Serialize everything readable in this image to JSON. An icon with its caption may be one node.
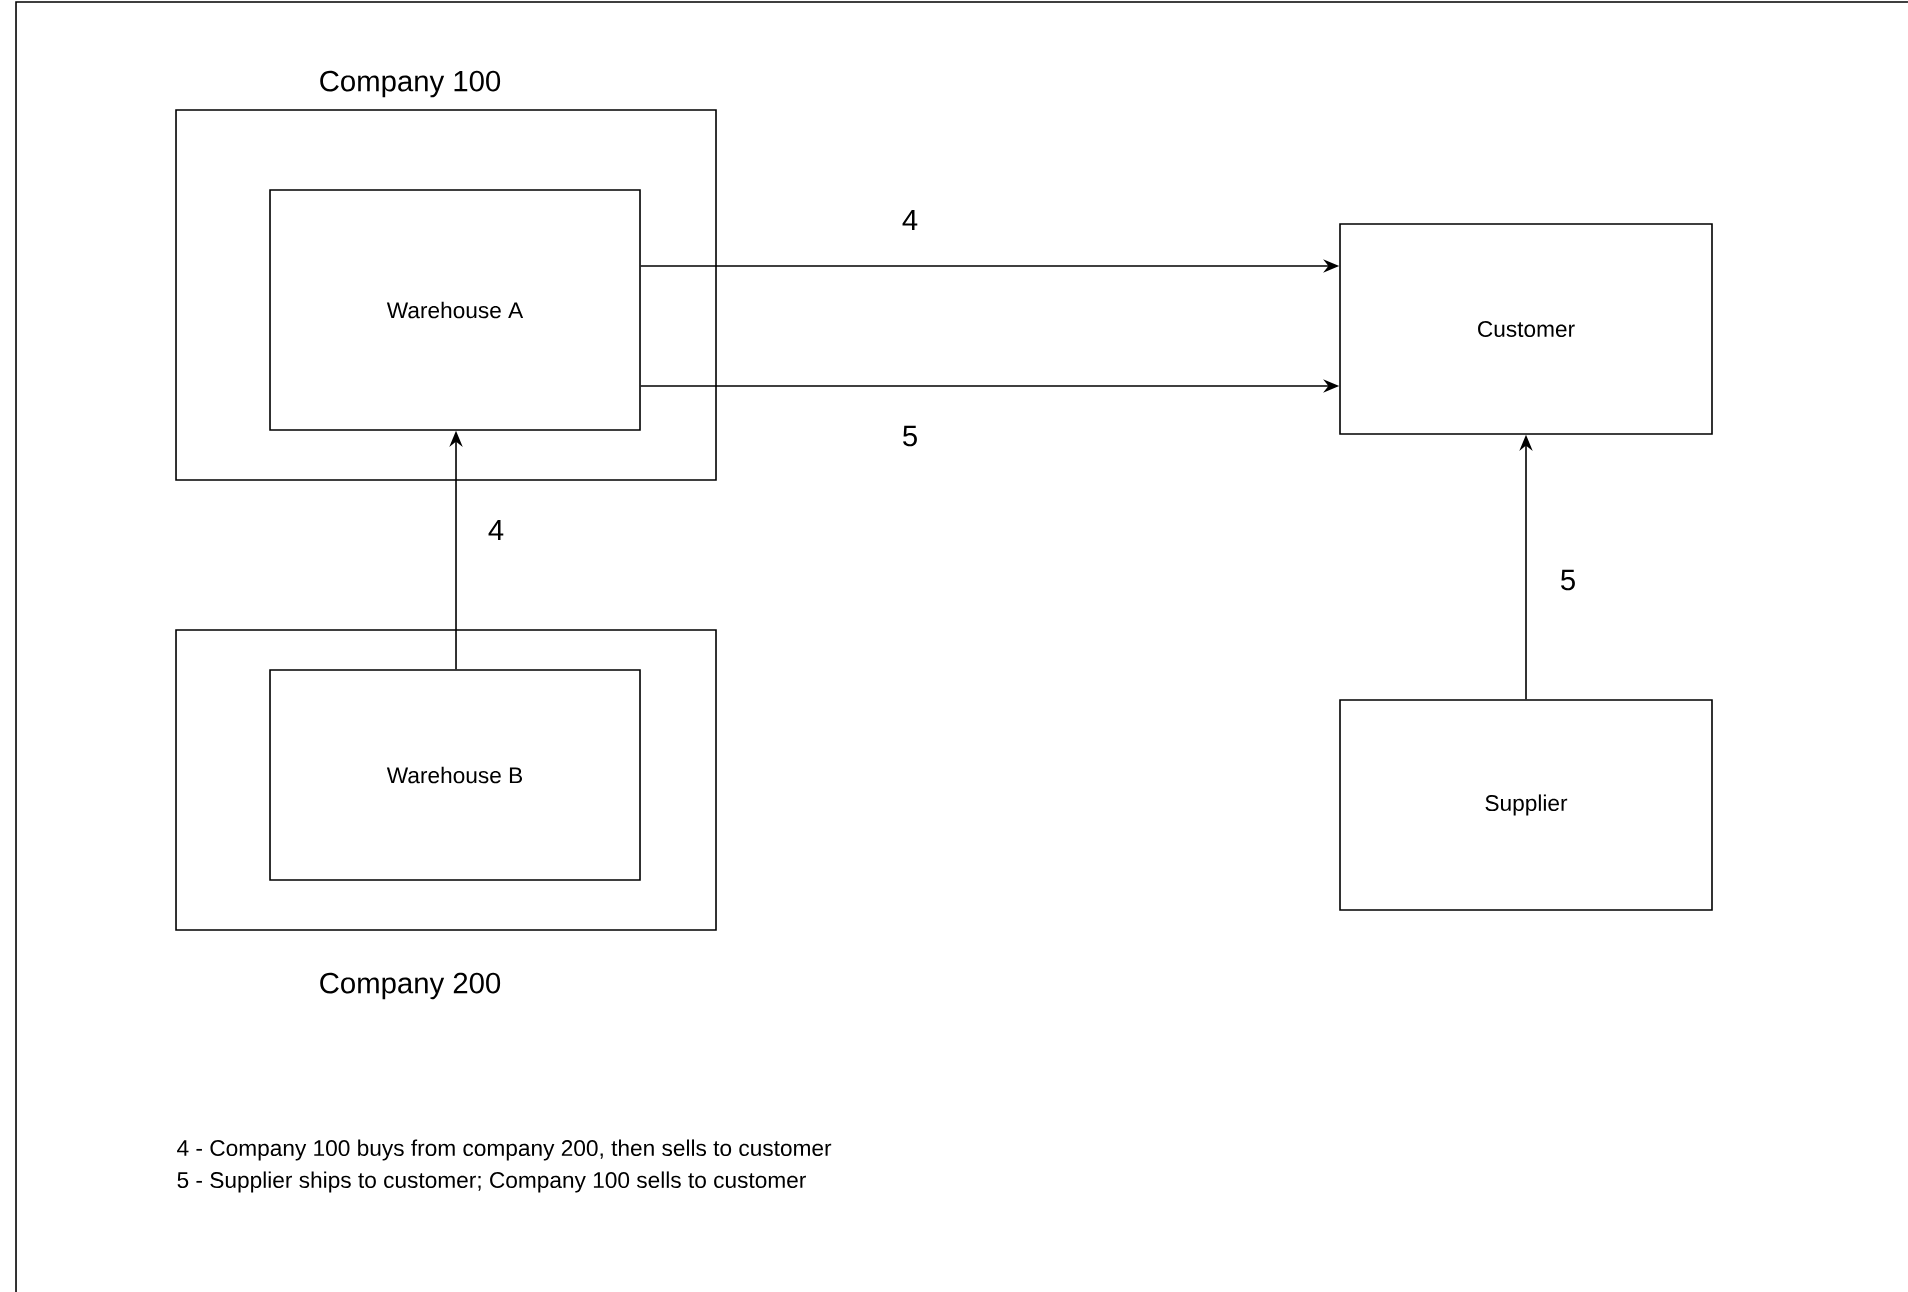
{
  "diagram": {
    "nodes": [
      {
        "text": [
          "Company 100"
        ]
      },
      {
        "text": [
          "Warehouse A"
        ],
        "in": 0
      },
      {
        "text": [
          "Company 200"
        ]
      },
      {
        "text": [
          "Warehouse B"
        ],
        "in": 2
      },
      {
        "text": [
          "Customer"
        ]
      },
      {
        "text": [
          "Supplier"
        ]
      }
    ],
    "edges": [
      {
        "from": 1,
        "to": 4,
        "arrow": "to",
        "label": "4"
      },
      {
        "from": 1,
        "to": 4,
        "arrow": "to",
        "label": "5"
      },
      {
        "from": 3,
        "to": 1,
        "arrow": "to",
        "label": "4"
      },
      {
        "from": 5,
        "to": 4,
        "arrow": "to",
        "label": "5"
      }
    ],
    "labels": [
      "4 - Company 100 buys from company 200, then sells to customer",
      "5 - Supplier ships to customer; Company 100 sells to customer"
    ]
  }
}
